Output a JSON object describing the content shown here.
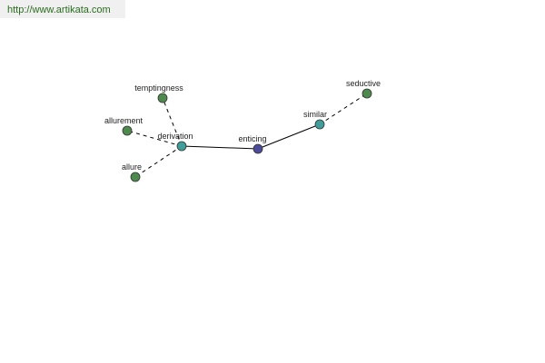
{
  "banner": {
    "url": "http://www.artikata.com"
  },
  "colors": {
    "center": "#4b4b9a",
    "hub": "#3f9e9a",
    "leaf": "#4e8a4e",
    "edge": "#000000",
    "url_text": "#2a6b1f"
  },
  "nodes": {
    "enticing": "enticing",
    "derivation": "derivation",
    "similar": "similar",
    "temptingness": "temptingness",
    "allurement": "allurement",
    "allure": "allure",
    "seductive": "seductive"
  }
}
